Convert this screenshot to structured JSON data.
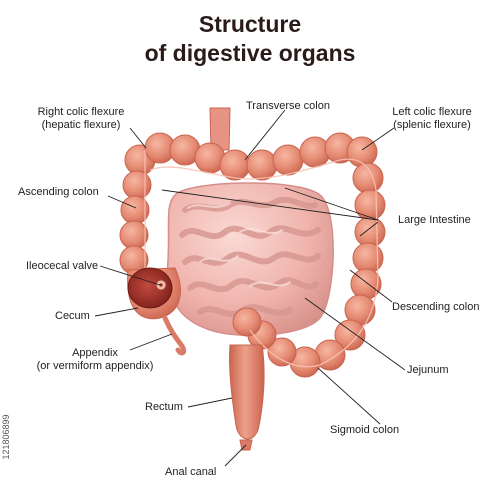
{
  "title": {
    "line1": "Structure",
    "line2": "of digestive organs"
  },
  "labels": {
    "right_colic_1": "Right colic flexure",
    "right_colic_2": "(hepatic flexure)",
    "transverse": "Transverse colon",
    "left_colic_1": "Left colic flexure",
    "left_colic_2": "(splenic flexure)",
    "ascending": "Ascending colon",
    "large_intestine": "Large Intestine",
    "ileocecal": "Ileocecal valve",
    "cecum": "Cecum",
    "descending": "Descending colon",
    "appendix_1": "Appendix",
    "appendix_2": "(or vermiform appendix)",
    "jejunum": "Jejunum",
    "rectum": "Rectum",
    "sigmoid": "Sigmoid colon",
    "anal": "Anal canal"
  },
  "stock_id": "121806899",
  "colors": {
    "colon": "#e58a72",
    "colon_dark": "#c9644f",
    "small_intestine": "#f0b4ad",
    "small_intestine_dark": "#d58f88",
    "cecum_cut": "#9b2e27",
    "leader": "#222222"
  }
}
